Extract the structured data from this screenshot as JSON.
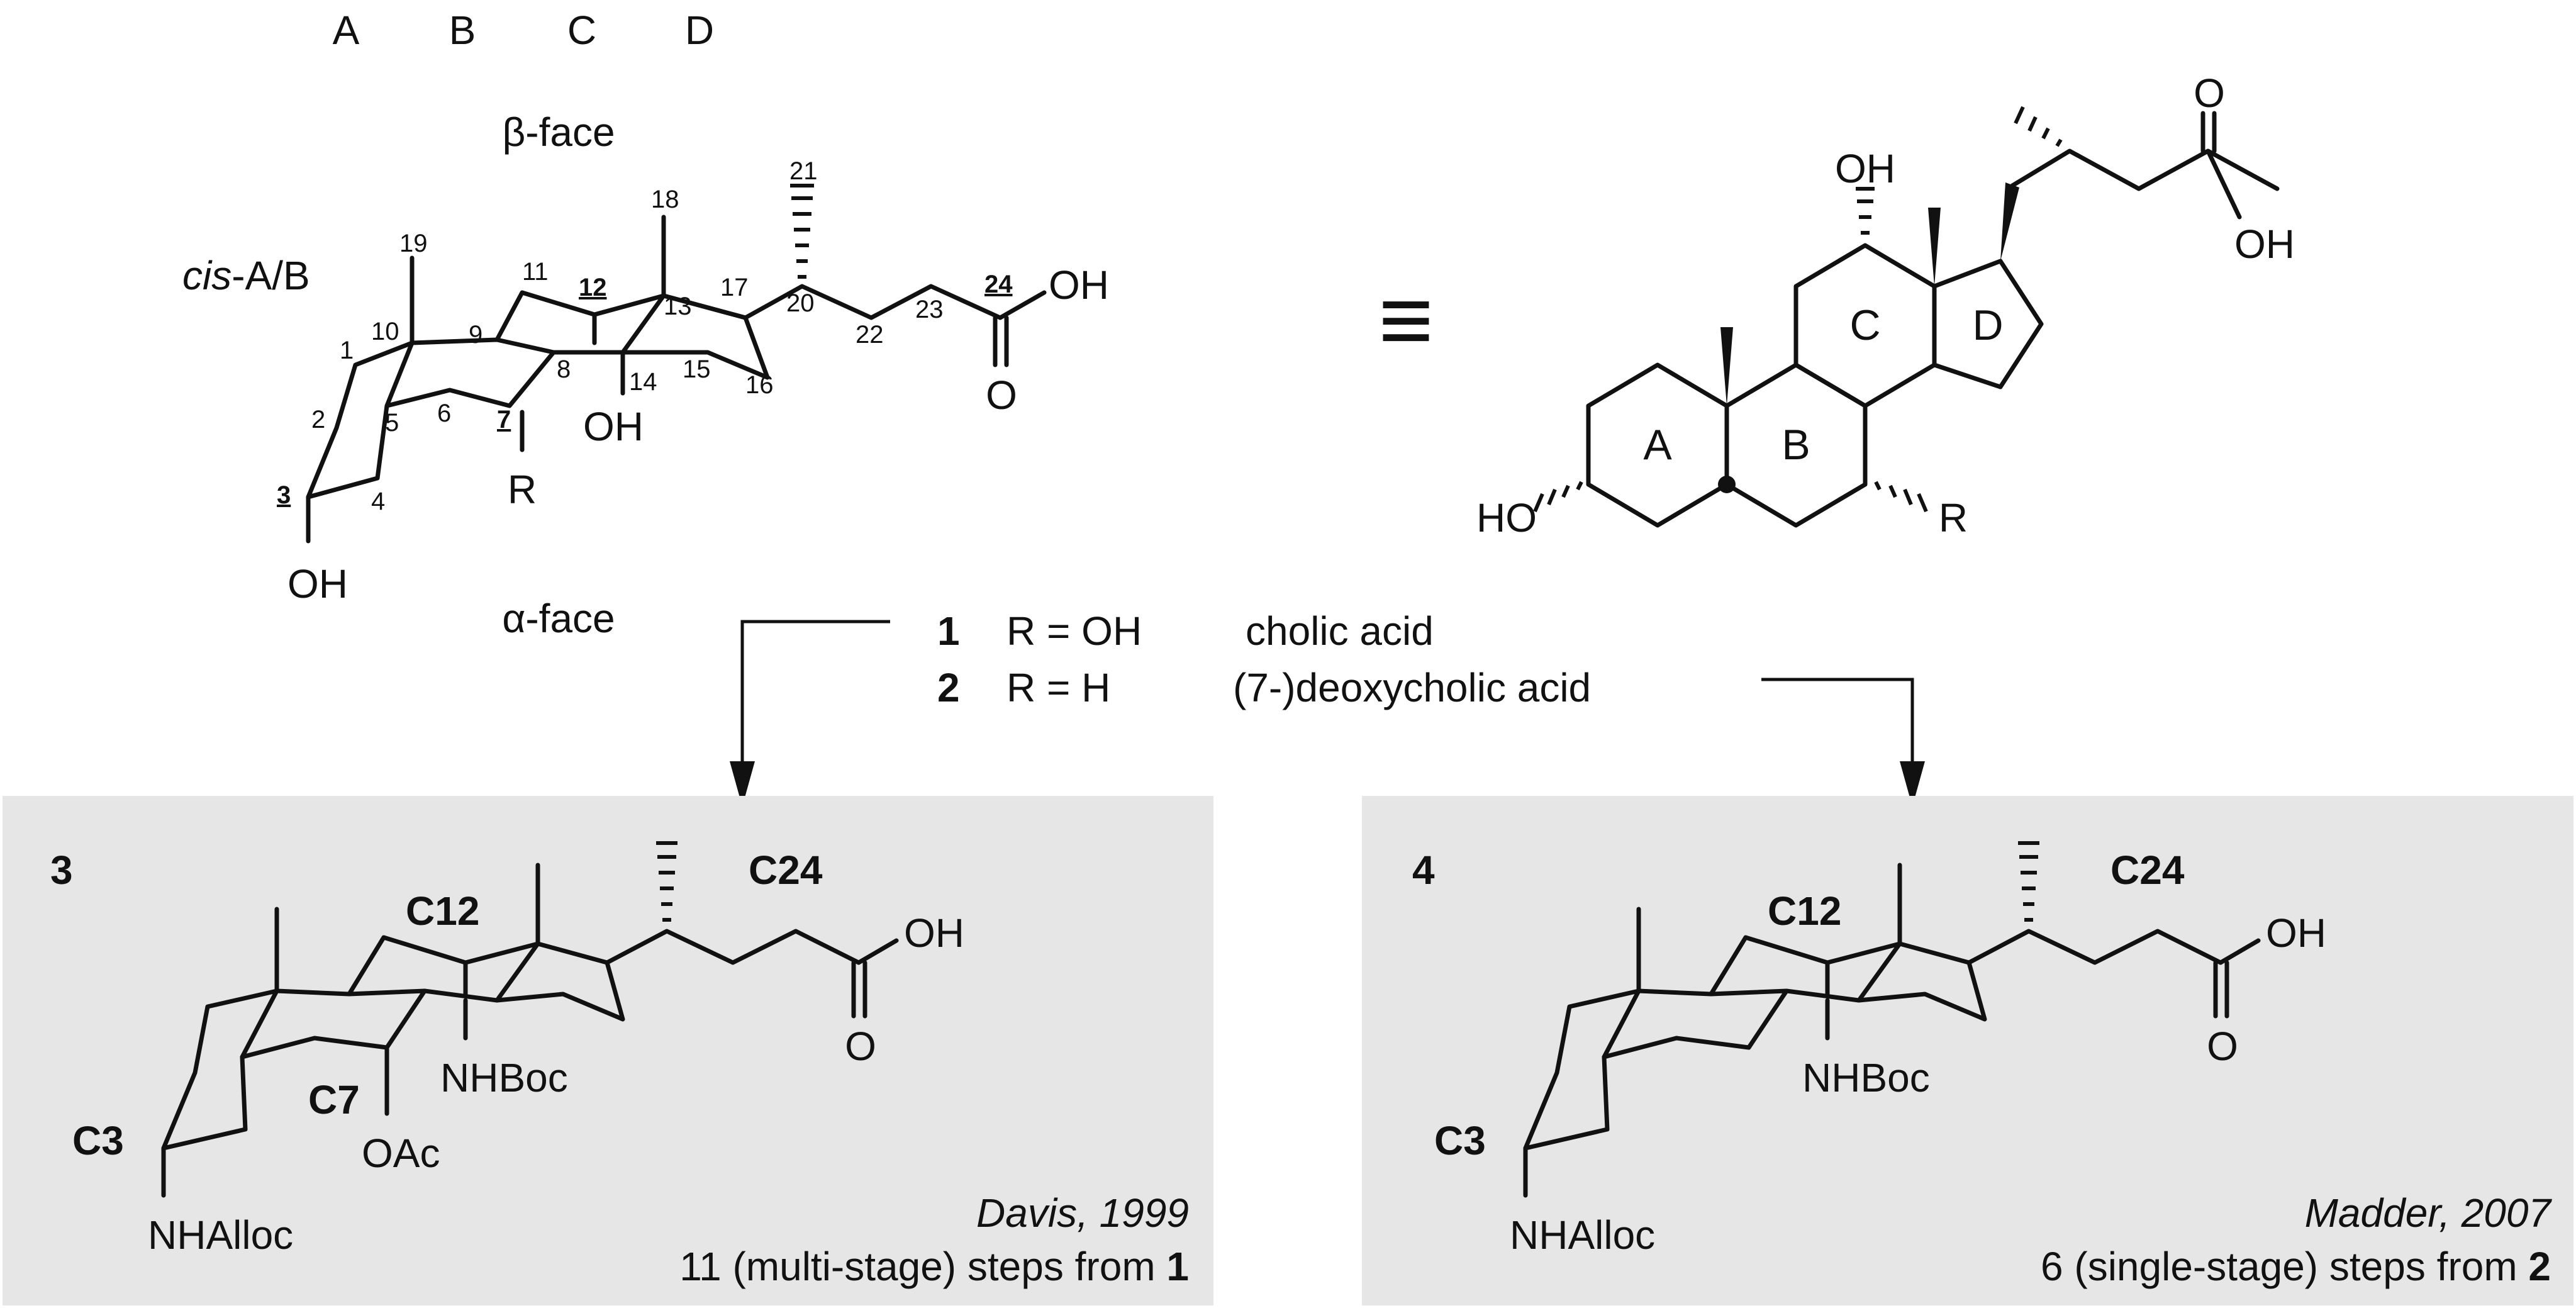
{
  "ring_letters_top": [
    "A",
    "B",
    "C",
    "D"
  ],
  "faces": {
    "beta": "β-face",
    "alpha": "α-face"
  },
  "cis_label": {
    "italic": "cis",
    "rest": "-A/B"
  },
  "atom_numbers": [
    "1",
    "2",
    "3",
    "4",
    "5",
    "6",
    "7",
    "8",
    "9",
    "10",
    "11",
    "12",
    "13",
    "14",
    "15",
    "16",
    "17",
    "18",
    "19",
    "20",
    "21",
    "22",
    "23",
    "24"
  ],
  "atoms": {
    "OH": "OH",
    "HO": "HO",
    "O": "O",
    "R": "R"
  },
  "equivalent_symbol": "≡",
  "right_ring_labels": [
    "A",
    "B",
    "C",
    "D"
  ],
  "compounds": [
    {
      "number": "1",
      "definition": "R = OH",
      "name": "cholic acid"
    },
    {
      "number": "2",
      "definition": "R = H",
      "name": "(7-)deoxycholic acid"
    }
  ],
  "panels": [
    {
      "number": "3",
      "labels": {
        "c3": "C3",
        "c7": "C7",
        "c12": "C12",
        "c24": "C24"
      },
      "groups": {
        "nhalloc": "NHAlloc",
        "nhboc": "NHBoc",
        "oac": "OAc",
        "oh": "OH",
        "o": "O"
      },
      "citation": "Davis, 1999",
      "steps_text": "11 (multi-stage) steps from ",
      "steps_ref": "1"
    },
    {
      "number": "4",
      "labels": {
        "c3": "C3",
        "c12": "C12",
        "c24": "C24"
      },
      "groups": {
        "nhalloc": "NHAlloc",
        "nhboc": "NHBoc",
        "oh": "OH",
        "o": "O"
      },
      "citation": "Madder, 2007",
      "steps_text": "6 (single-stage) steps from ",
      "steps_ref": "2"
    }
  ],
  "colors": {
    "panel_bg": "#e6e6e6",
    "ink": "#111111",
    "page_bg": "#ffffff"
  }
}
